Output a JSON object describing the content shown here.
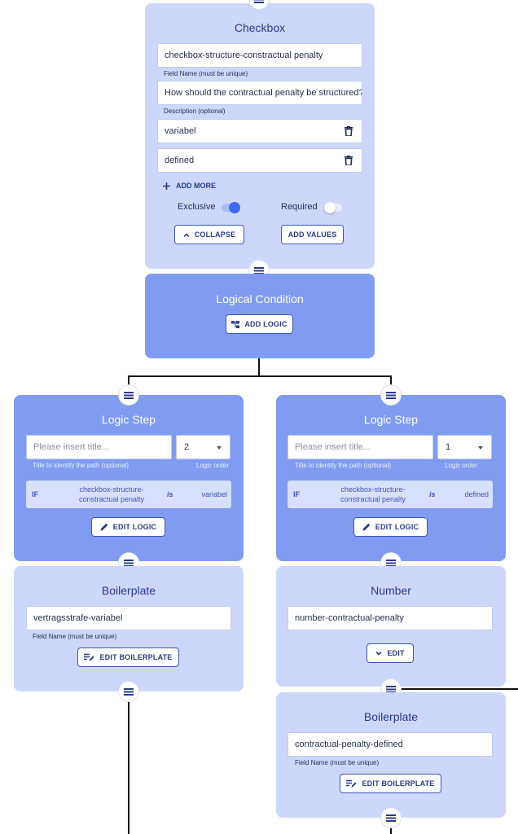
{
  "checkbox": {
    "title": "Checkbox",
    "field_name_value": "checkbox-structure-constractual penalty",
    "field_name_helper": "Field Name (must be unique)",
    "description_value": "How should the contractual penalty be structured?",
    "description_helper": "Description (optional)",
    "options": [
      "variabel",
      "defined"
    ],
    "add_more_label": "ADD MORE",
    "exclusive_label": "Exclusive",
    "exclusive_on": true,
    "required_label": "Required",
    "required_on": false,
    "collapse_label": "COLLAPSE",
    "add_values_label": "ADD VALUES"
  },
  "logical_condition": {
    "title": "Logical Condition",
    "add_logic_label": "ADD LOGIC"
  },
  "logic_steps": [
    {
      "title": "Logic Step",
      "title_placeholder": "Please insert title...",
      "title_helper": "Title to identify the path (optional)",
      "order_value": "2",
      "order_helper": "Logic order",
      "if_label": "IF",
      "condition_field": "checkbox-structure-constractual penalty",
      "operator": "is",
      "condition_value": "variabel",
      "edit_logic_label": "EDIT LOGIC"
    },
    {
      "title": "Logic Step",
      "title_placeholder": "Please insert title...",
      "title_helper": "Title to identify the path (optional)",
      "order_value": "1",
      "order_helper": "Logic order",
      "if_label": "IF",
      "condition_field": "checkbox-structure-constractual penalty",
      "operator": "is",
      "condition_value": "defined",
      "edit_logic_label": "EDIT LOGIC"
    }
  ],
  "boilerplate_left": {
    "title": "Boilerplate",
    "field_name_value": "vertragsstrafe-variabel",
    "field_name_helper": "Field Name (must be unique)",
    "edit_label": "EDIT BOILERPLATE"
  },
  "number": {
    "title": "Number",
    "field_name_value": "number-contractual-penalty",
    "edit_label": "EDIT"
  },
  "boilerplate_right": {
    "title": "Boilerplate",
    "field_name_value": "contractual-penalty-defined",
    "field_name_helper": "Field Name (must be unique)",
    "edit_label": "EDIT BOILERPLATE"
  },
  "icons": {
    "drag_handle": "drag-handle-icon",
    "trash": "trash-icon",
    "plus": "plus-icon",
    "chevron_up": "chevron-up-icon",
    "chevron_down": "chevron-down-icon",
    "logic": "logic-tree-icon",
    "pencil": "pencil-icon",
    "boilerplate": "boilerplate-edit-icon"
  },
  "colors": {
    "light_card": "#ccd7fb",
    "dark_card": "#7f9cf1",
    "accent": "#3d6bf0",
    "text_primary": "#2a3a8a"
  }
}
